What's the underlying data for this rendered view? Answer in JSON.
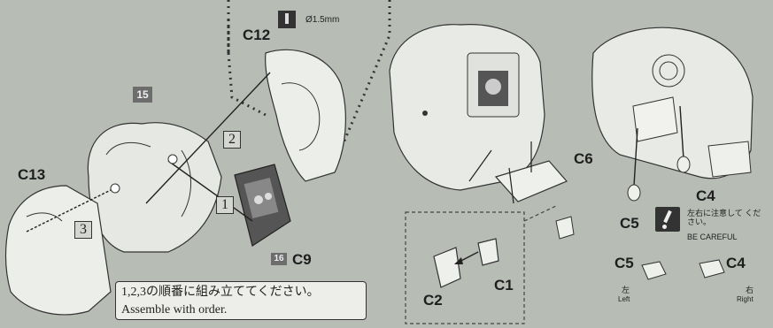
{
  "drill": {
    "size": "Ø1.5mm"
  },
  "step_badges": {
    "badge_a": "15",
    "badge_b": "16"
  },
  "parts": {
    "c12": "C12",
    "c13": "C13",
    "c9": "C9",
    "c6": "C6",
    "c2": "C2",
    "c1": "C1",
    "c4_top": "C4",
    "c5_top": "C5",
    "c5_bottom": "C5",
    "c4_bottom": "C4"
  },
  "order_steps": [
    "1",
    "2",
    "3"
  ],
  "caution": {
    "ja": "左右に注意して ください。",
    "en": "BE CAREFUL"
  },
  "sides": {
    "left_ja": "左",
    "left_en": "Left",
    "right_ja": "右",
    "right_en": "Right"
  },
  "note": {
    "ja": "1,2,3の順番に組み立ててください。",
    "en": "Assemble with order."
  }
}
